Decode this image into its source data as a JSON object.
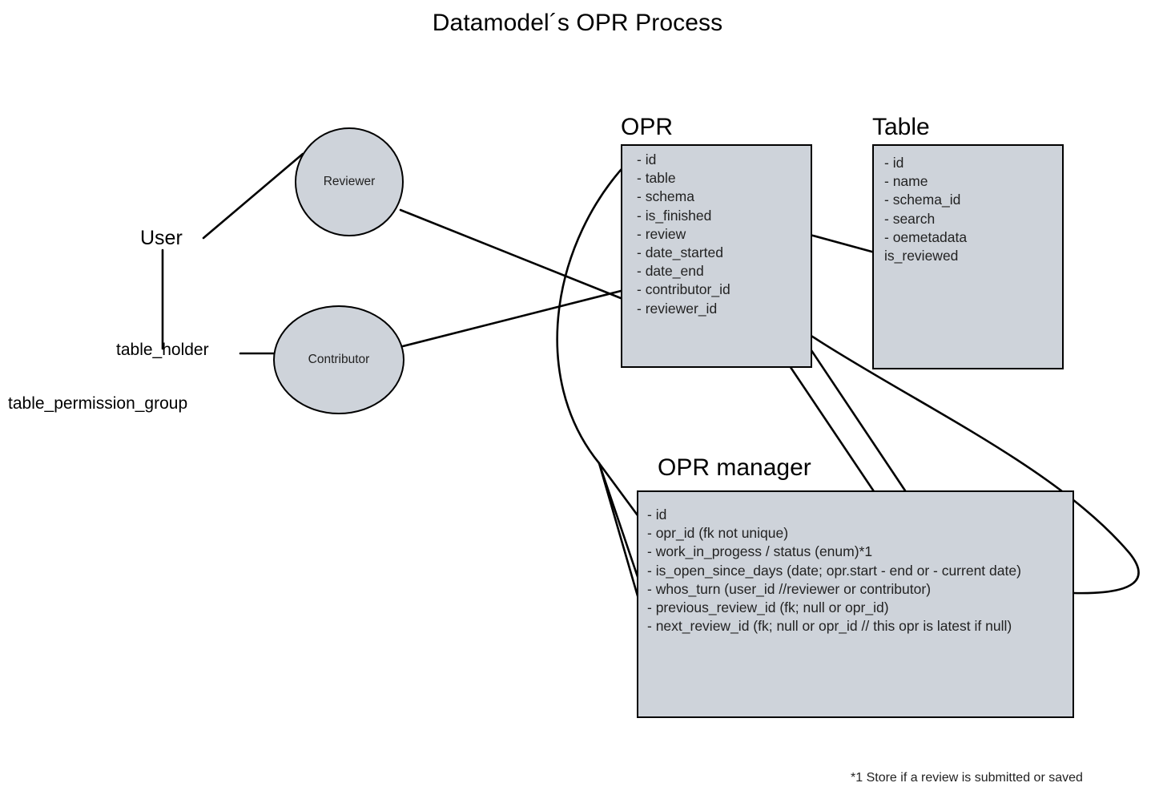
{
  "diagram": {
    "title": "Datamodel´s OPR Process",
    "footnote": "*1 Store if a review is submitted or saved",
    "colors": {
      "entity_fill": "#ced3da",
      "stroke": "#000000",
      "background": "#ffffff"
    }
  },
  "roles": [
    {
      "label": "Reviewer"
    },
    {
      "label": "Contributor"
    }
  ],
  "labels": {
    "user": "User",
    "table_holder": "table_holder",
    "table_permission_group": "table_permission_group"
  },
  "entities": [
    {
      "key": "opr",
      "title": "OPR",
      "fields": [
        "- id",
        "- table",
        "- schema",
        "- is_finished",
        "- review",
        "- date_started",
        "- date_end",
        "- contributor_id",
        "- reviewer_id"
      ]
    },
    {
      "key": "table",
      "title": "Table",
      "fields": [
        "- id",
        "- name",
        "- schema_id",
        "- search",
        "- oemetadata",
        "is_reviewed"
      ]
    },
    {
      "key": "opr_manager",
      "title": "OPR manager",
      "fields": [
        "- id",
        "- opr_id (fk not unique)",
        "- work_in_progess / status (enum)*1",
        "- is_open_since_days (date; opr.start - end or - current date)",
        "- whos_turn (user_id //reviewer or contributor)",
        "- previous_review_id (fk; null or opr_id)",
        "- next_review_id (fk; null or opr_id // this opr is latest if null)"
      ]
    }
  ]
}
